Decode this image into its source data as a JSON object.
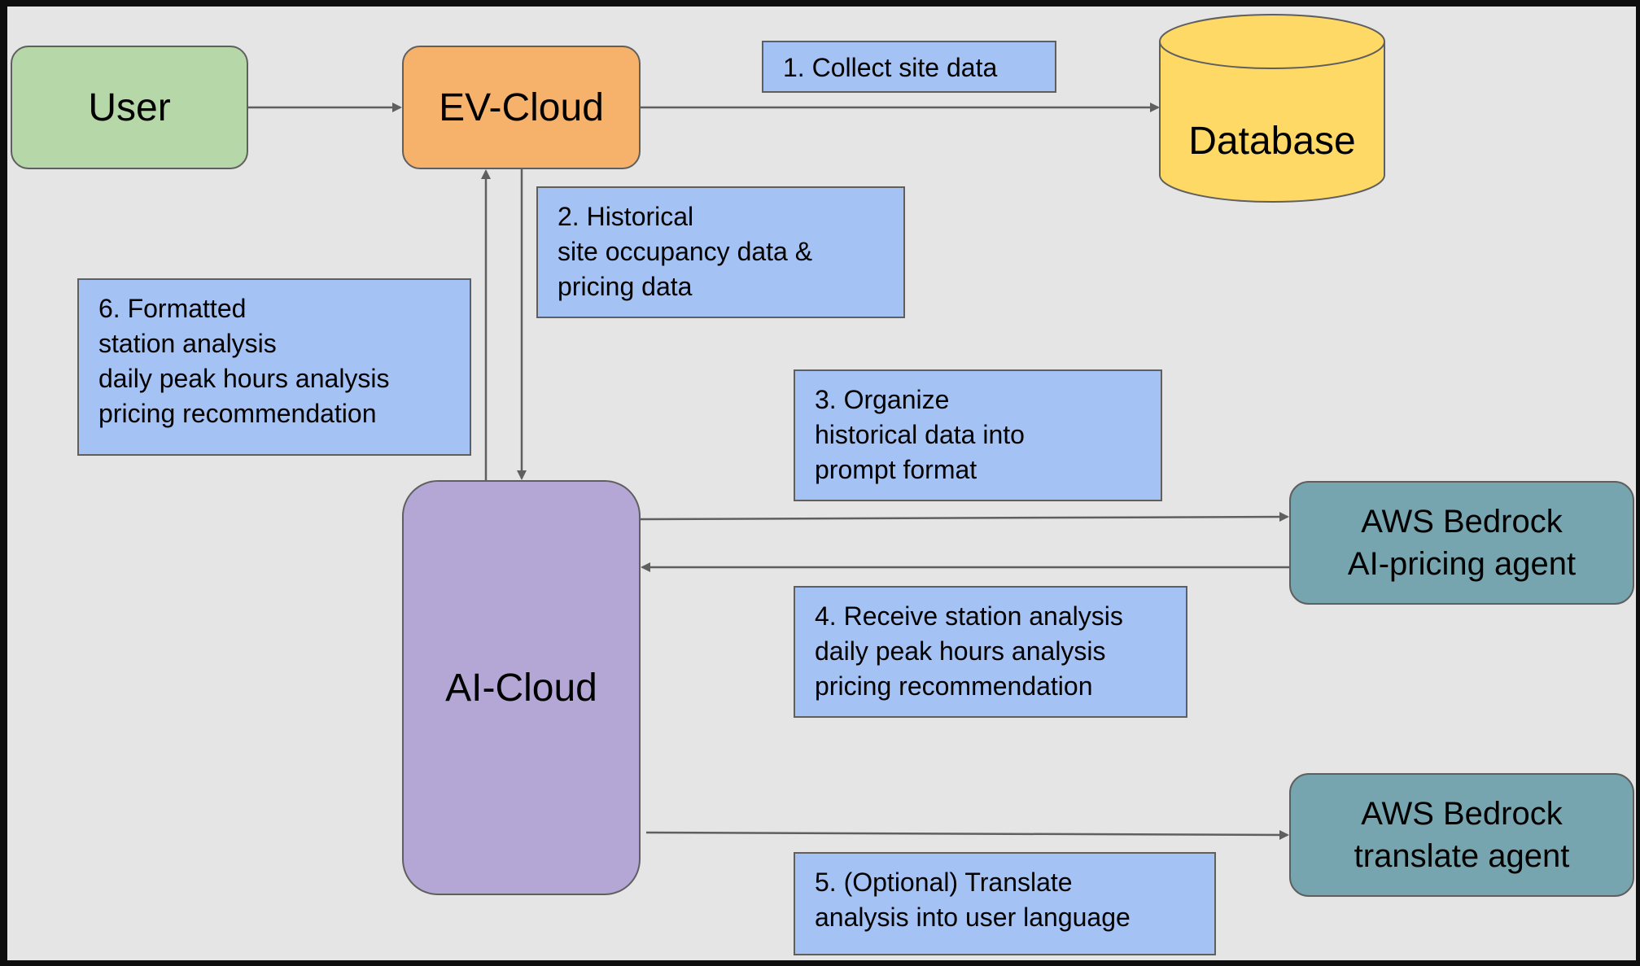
{
  "colors": {
    "background": "#e5e5e5",
    "user": "#b6d7a8",
    "ev_cloud": "#f6b26b",
    "database": "#ffd966",
    "ai_cloud": "#b4a7d6",
    "aws": "#76a5af",
    "note": "#a4c2f4",
    "line": "#5f5f5f"
  },
  "nodes": {
    "user": "User",
    "ev_cloud": "EV-Cloud",
    "database": "Database",
    "ai_cloud": "AI-Cloud",
    "aws_pricing": "AWS Bedrock\nAI-pricing agent",
    "aws_translate": "AWS Bedrock\ntranslate agent"
  },
  "steps": {
    "s1": "1. Collect site data",
    "s2": "2. Historical\nsite occupancy data &\npricing data",
    "s3": "3. Organize\nhistorical data into\nprompt format",
    "s4": "4. Receive station analysis\ndaily peak hours analysis\npricing recommendation",
    "s5": "5. (Optional) Translate\nanalysis into user language",
    "s6": "6. Formatted\nstation analysis\ndaily peak hours analysis\npricing recommendation"
  },
  "edges": [
    {
      "from": "user",
      "to": "ev_cloud"
    },
    {
      "from": "ev_cloud",
      "to": "database",
      "bidirectional": true
    },
    {
      "from": "ev_cloud",
      "to": "ai_cloud"
    },
    {
      "from": "ai_cloud",
      "to": "ev_cloud"
    },
    {
      "from": "ai_cloud",
      "to": "aws_pricing"
    },
    {
      "from": "aws_pricing",
      "to": "ai_cloud"
    },
    {
      "from": "ai_cloud",
      "to": "aws_translate"
    }
  ]
}
